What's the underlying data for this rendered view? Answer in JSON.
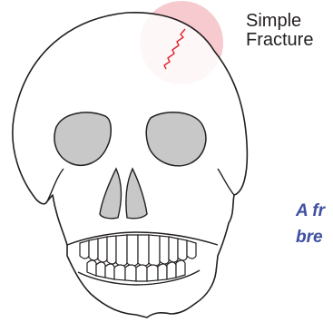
{
  "callout": {
    "line1": "Simple",
    "line2": "Fracture"
  },
  "definition": {
    "line1": "A fr",
    "line2": "bre"
  },
  "colors": {
    "highlight": "#f3b8bd",
    "fracture": "#e0262f",
    "bone": "#ffffff",
    "cavity": "#c8c8c8",
    "outline": "#231f20",
    "definition_text": "#3d4fa0"
  },
  "icons": {
    "skull": "skull-illustration",
    "fracture_line": "crack-line"
  }
}
